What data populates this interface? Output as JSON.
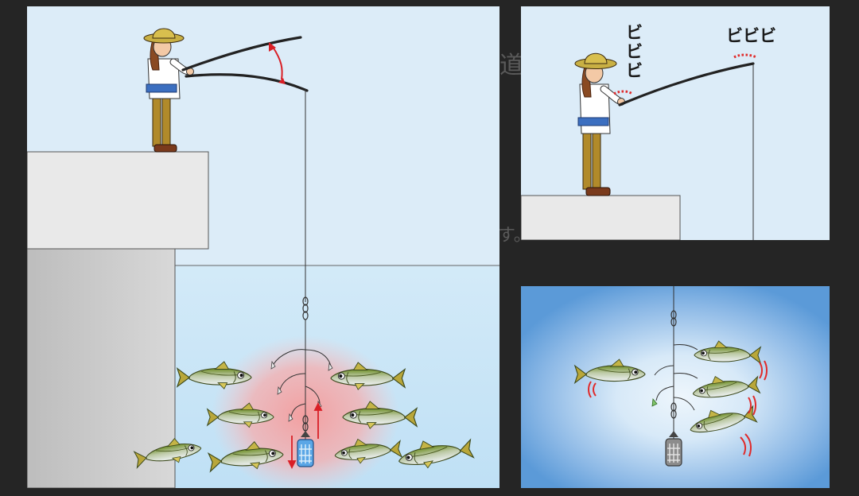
{
  "background_text": {
    "top": "道",
    "mid": "す。"
  },
  "panel_top_right": {
    "sfx_rod_tip": "ビビビ",
    "sfx_hand": [
      "ビ",
      "ビ",
      "ビ"
    ]
  },
  "colors": {
    "sky": "#dcecf8",
    "water": "#c7e3f6",
    "deep_water": "#5b9ad8",
    "pier_top": "#e9e9e9",
    "pier_wall": "#c9c9c9",
    "chum_glow": "#f5a3a3",
    "arrow": "#d91f26",
    "fish_back": "#7f9c2e",
    "sinker": "#5aa6e6"
  },
  "icons": [
    "angler-figure",
    "fishing-rod",
    "horse-mackerel-fish",
    "chum-basket-sinker",
    "swivel",
    "vibration-marks",
    "motion-arrow"
  ]
}
